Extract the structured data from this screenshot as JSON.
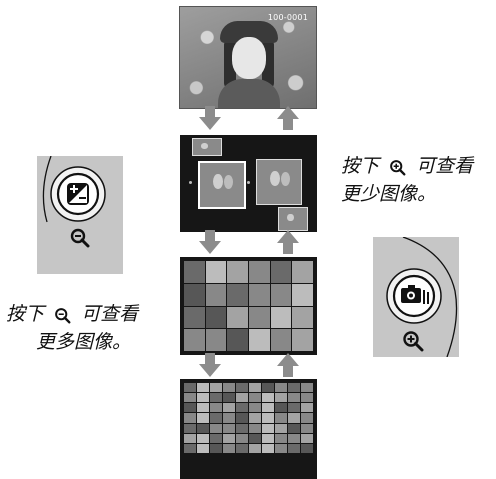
{
  "screens": {
    "full": {
      "frame_number": "100-0001"
    }
  },
  "captions": {
    "right": {
      "prefix": "按下",
      "suffix": "可查看",
      "line2": "更少图像。"
    },
    "left": {
      "prefix": "按下",
      "suffix": "可查看",
      "line2": "更多图像。"
    }
  },
  "icons": {
    "zoom_out_button": "exposure-compensation-zoom-out-icon",
    "zoom_in_button": "playback-zoom-in-icon",
    "arrow_down": "down-arrow-icon",
    "arrow_up": "up-arrow-icon"
  },
  "colors": {
    "arrow": "#8c8c8c",
    "panel": "#c6c6c6",
    "screen_bg": "#161616"
  }
}
